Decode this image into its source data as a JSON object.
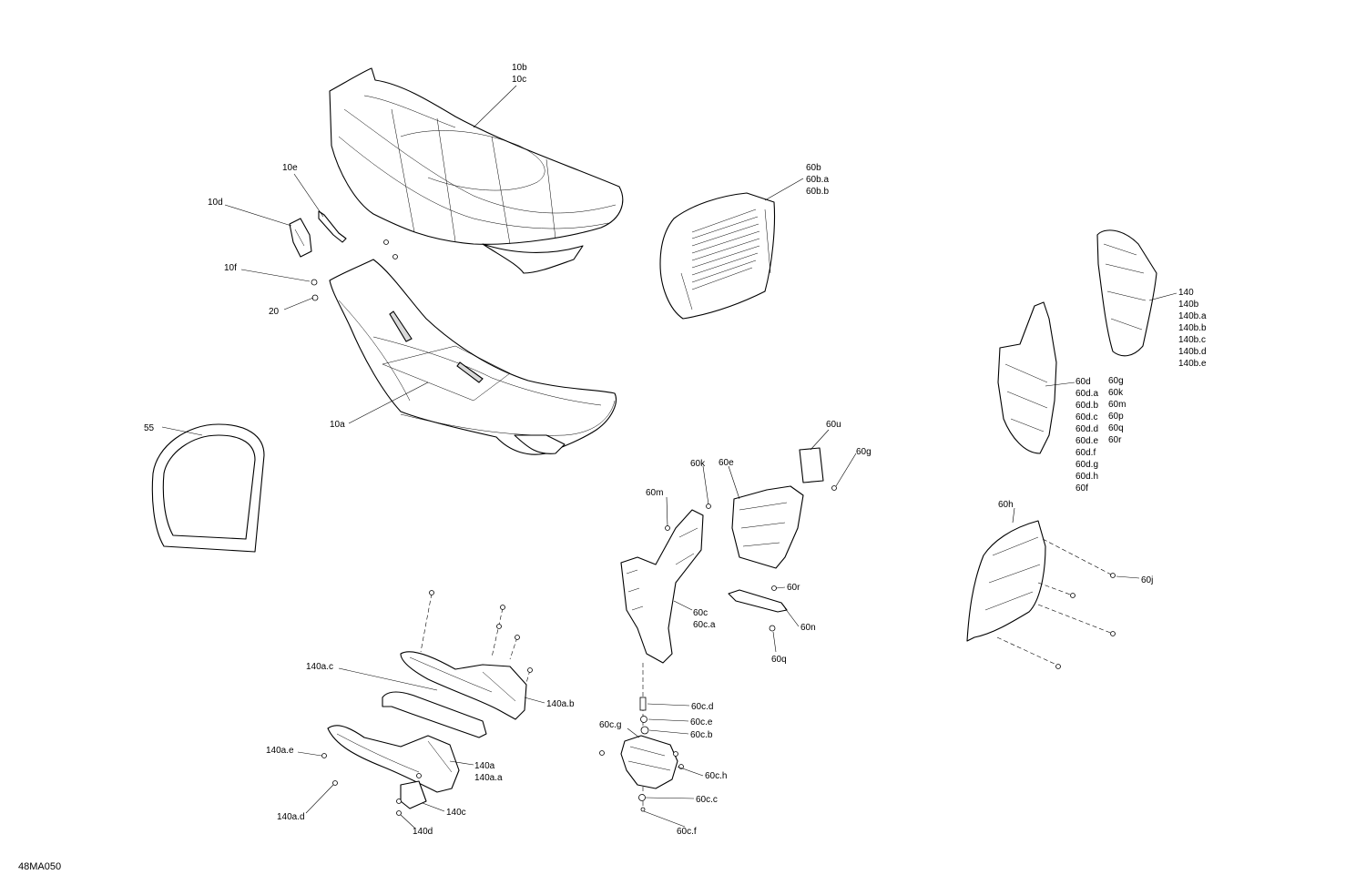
{
  "diagram_code": "48MA050",
  "callouts": {
    "c10b": [
      "10b",
      "10c"
    ],
    "c10e": [
      "10e"
    ],
    "c10d": [
      "10d"
    ],
    "c10f": [
      "10f"
    ],
    "c20": [
      "20"
    ],
    "c10a": [
      "10a"
    ],
    "c55": [
      "55"
    ],
    "c60b": [
      "60b",
      "60b.a",
      "60b.b"
    ],
    "c140": [
      "140",
      "140b",
      "140b.a",
      "140b.b",
      "140b.c",
      "140b.d",
      "140b.e"
    ],
    "c60d": [
      "60d",
      "60d.a",
      "60d.b",
      "60d.c",
      "60d.d",
      "60d.e",
      "60d.f",
      "60d.g",
      "60d.h",
      "60f"
    ],
    "c60g_list": [
      "60g",
      "60k",
      "60m",
      "60p",
      "60q",
      "60r"
    ],
    "c60u": [
      "60u"
    ],
    "c60g": [
      "60g"
    ],
    "c60k": [
      "60k"
    ],
    "c60e": [
      "60e"
    ],
    "c60m": [
      "60m"
    ],
    "c60h": [
      "60h"
    ],
    "c60j": [
      "60j"
    ],
    "c60r": [
      "60r"
    ],
    "c60n": [
      "60n"
    ],
    "c60q": [
      "60q"
    ],
    "c60c": [
      "60c",
      "60c.a"
    ],
    "c140ac": [
      "140a.c"
    ],
    "c140ab": [
      "140a.b"
    ],
    "c60cd": [
      "60c.d"
    ],
    "c60cg": [
      "60c.g"
    ],
    "c60ce": [
      "60c.e"
    ],
    "c60cb": [
      "60c.b"
    ],
    "c140ae": [
      "140a.e"
    ],
    "c140a": [
      "140a",
      "140a.a"
    ],
    "c60ch": [
      "60c.h"
    ],
    "c140ad": [
      "140a.d"
    ],
    "c140c": [
      "140c"
    ],
    "c60cc": [
      "60c.c"
    ],
    "c140d": [
      "140d"
    ],
    "c60cf": [
      "60c.f"
    ]
  }
}
